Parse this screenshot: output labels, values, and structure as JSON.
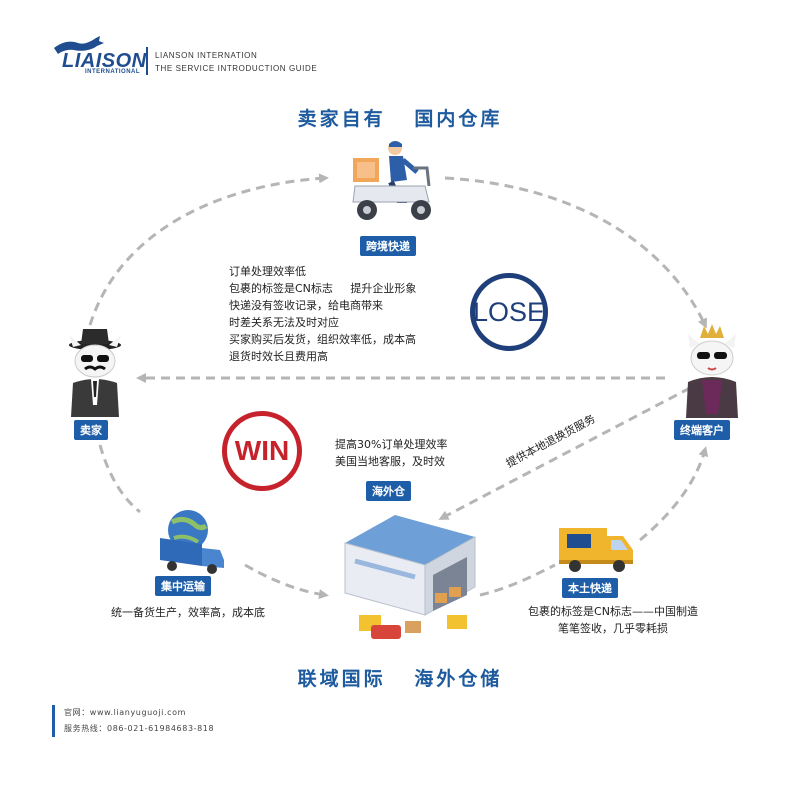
{
  "header": {
    "logo_text": "LIAISON",
    "logo_subtext": "INTERNATIONAL",
    "brand_line1": "LIANSON INTERNATION",
    "brand_line2": "THE SERVICE INTRODUCTION GUIDE"
  },
  "titles": {
    "top": "卖家自有   国内仓库",
    "bottom": "联域国际   海外仓储"
  },
  "labels": {
    "cross_border_express": "跨境快递",
    "seller": "卖家",
    "end_customer": "终端客户",
    "overseas_warehouse": "海外仓",
    "consolidated_shipping": "集中运输",
    "local_express": "本土快递"
  },
  "lose": {
    "badge": "LOSE",
    "points": [
      "订单处理效率低",
      "包裹的标签是CN标志     提升企业形象",
      "快递没有签收记录，给电商带来",
      "时差关系无法及时对应",
      "买家购买后发货，组织效率低，成本高",
      "退货时效长且费用高"
    ]
  },
  "win": {
    "badge": "WIN",
    "points": [
      "提高30%订单处理效率",
      "美国当地客服，及时效"
    ]
  },
  "arrow_text": "提供本地退换货服务",
  "consolidated_desc": "统一备货生产，效率高，成本底",
  "local_express_desc": [
    "包裹的标签是CN标志——中国制造",
    "笔笔签收，几乎零耗损"
  ],
  "footer": {
    "website": "官网：www.lianyuguoji.com",
    "hotline": "服务热线：086-021-61984683-818"
  },
  "colors": {
    "brand_blue": "#1e5ea8",
    "lose_navy": "#1f3f7a",
    "win_red": "#c6222c",
    "arrow_gray": "#b5b5b5"
  }
}
